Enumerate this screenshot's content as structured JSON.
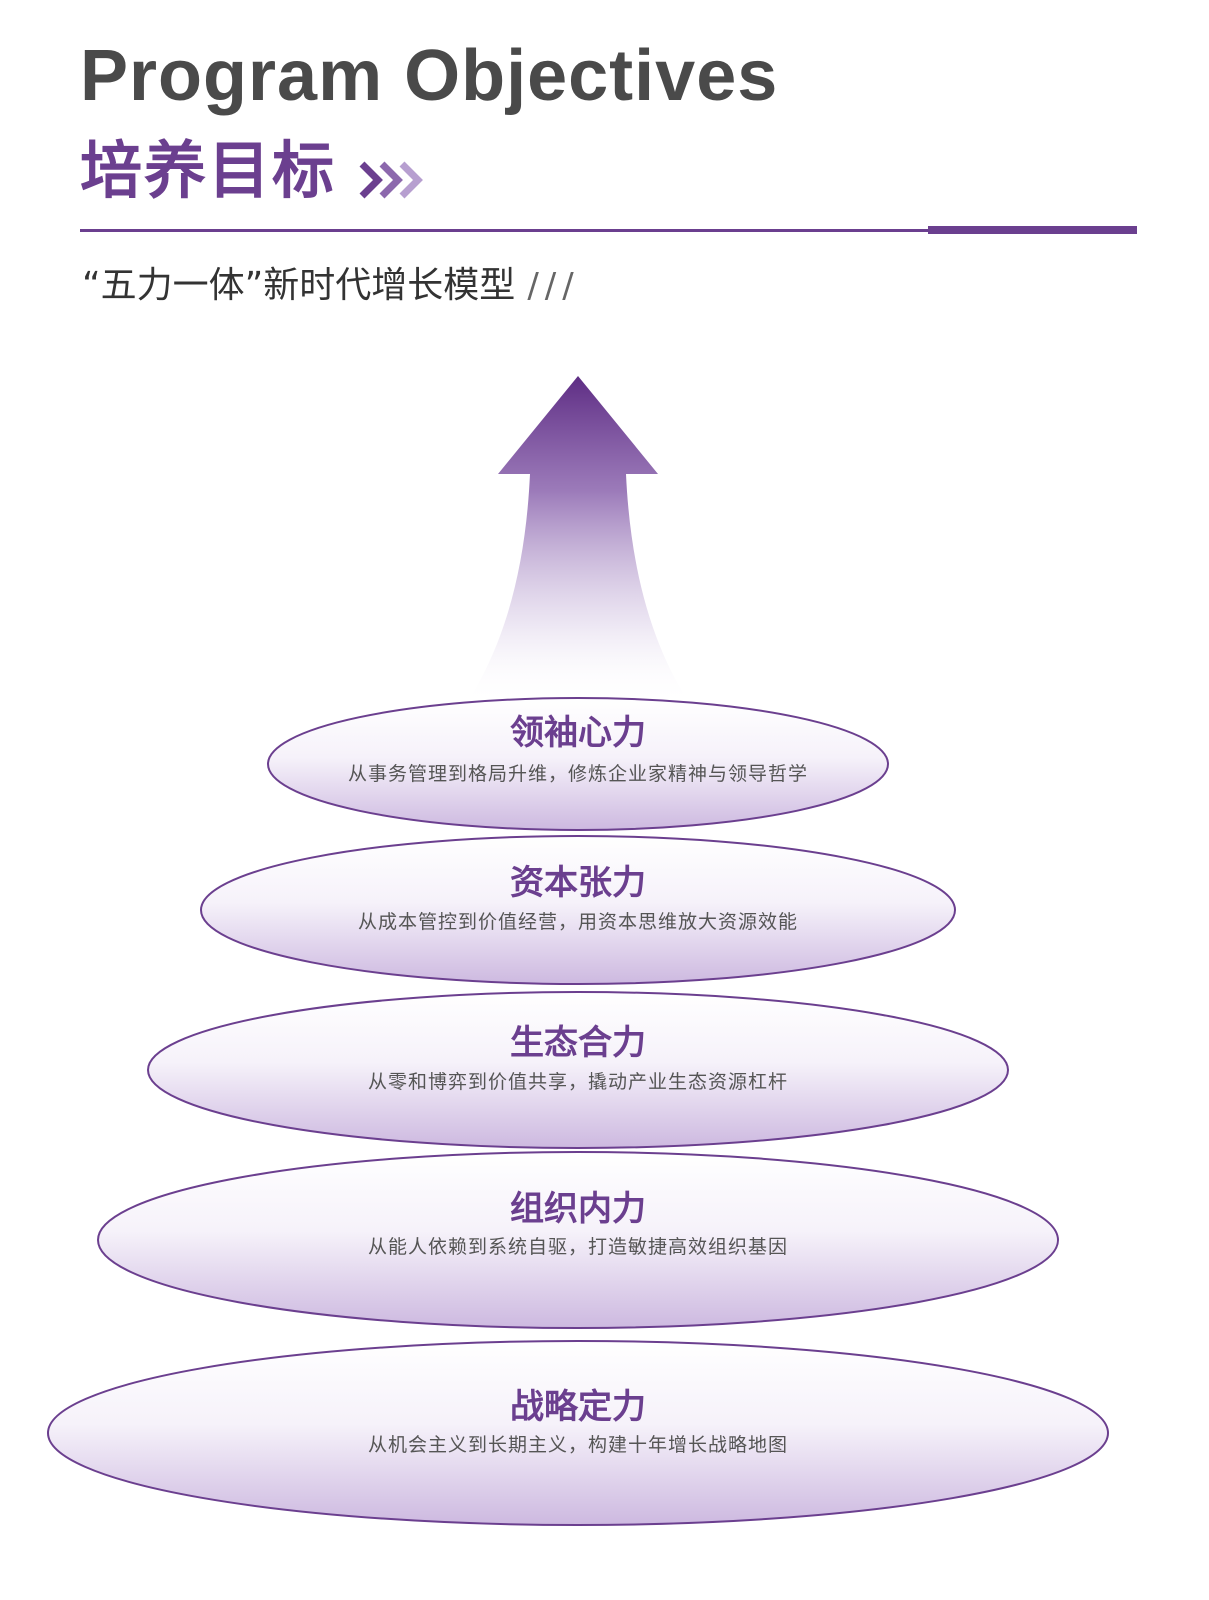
{
  "header": {
    "title_en": "Program Objectives",
    "title_zh": "培养目标",
    "subtitle": "“五力一体”新时代增长模型",
    "subtitle_slashes": "///"
  },
  "colors": {
    "accent": "#6b3f8f",
    "accent_light": "#b79fd0",
    "title_gray": "#4a4a4a"
  },
  "icons": {
    "header_chevrons": "triple-chevron-right-icon",
    "growth_arrow": "up-arrow-icon"
  },
  "layers": [
    {
      "title": "领袖心力",
      "desc": "从事务管理到格局升维，修炼企业家精神与领导哲学"
    },
    {
      "title": "资本张力",
      "desc": "从成本管控到价值经营，用资本思维放大资源效能"
    },
    {
      "title": "生态合力",
      "desc": "从零和博弈到价值共享，撬动产业生态资源杠杆"
    },
    {
      "title": "组织内力",
      "desc": "从能人依赖到系统自驱，打造敏捷高效组织基因"
    },
    {
      "title": "战略定力",
      "desc": "从机会主义到长期主义，构建十年增长战略地图"
    }
  ]
}
